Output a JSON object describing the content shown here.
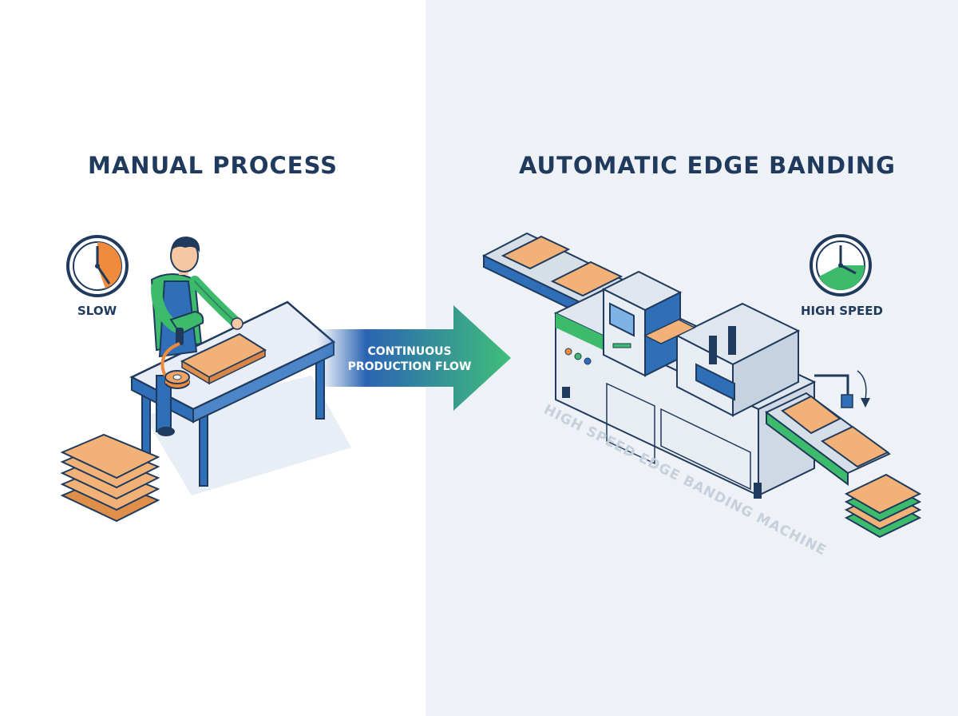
{
  "left": {
    "title": "MANUAL PROCESS",
    "speed_label": "SLOW"
  },
  "right": {
    "title": "AUTOMATIC EDGE BANDING",
    "speed_label": "HIGH SPEED"
  },
  "arrow": {
    "line1": "CONTINUOUS",
    "line2": "PRODUCTION FLOW"
  },
  "machine": {
    "caption": "HIGH SPEED EDGE BANDING MACHINE"
  },
  "colors": {
    "navy": "#1f3a5c",
    "orange": "#f08a3c",
    "wood": "#f2b176",
    "green": "#3dbb6c",
    "blue": "#2f6fb8",
    "panel_bg": "#eef2f6"
  },
  "icons": [
    "slow-clock-icon",
    "fast-clock-icon",
    "heat-gun-icon",
    "edge-tape-roll-icon"
  ]
}
